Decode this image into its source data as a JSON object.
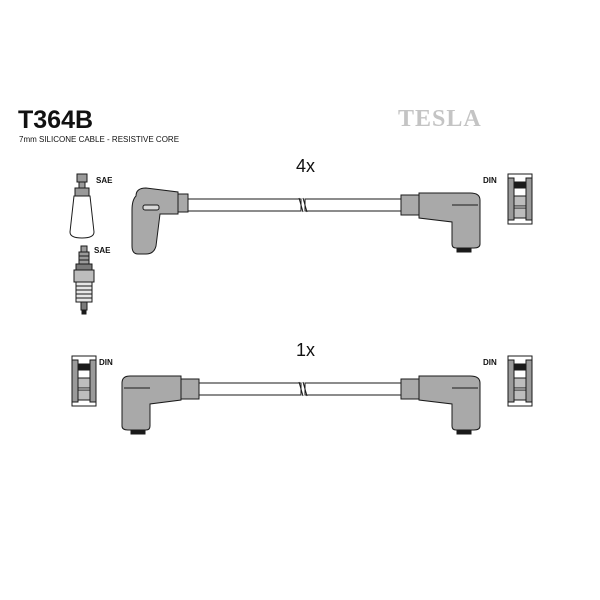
{
  "header": {
    "part_code": "T364B",
    "subtitle": "7mm SILICONE CABLE - RESISTIVE CORE",
    "brand": "TESLA"
  },
  "top_set": {
    "quantity": "4x",
    "left_connector_label": "SAE",
    "spark_plug_label": "SAE",
    "right_connector_label": "DIN"
  },
  "bottom_set": {
    "quantity": "1x",
    "left_connector_label": "DIN",
    "right_connector_label": "DIN"
  },
  "colors": {
    "part_gray": "#a9a9a9",
    "part_dark": "#1a1a1a",
    "brand_gray": "#c4c4c4",
    "cable_white": "#ffffff"
  }
}
